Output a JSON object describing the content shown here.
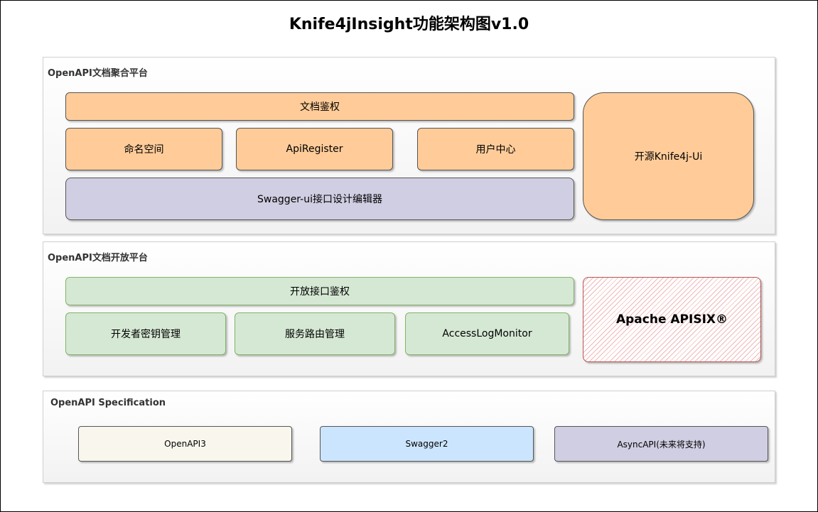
{
  "title": "Knife4jInsight功能架构图v1.0",
  "sections": {
    "aggregation": {
      "label": "OpenAPI文档聚合平台",
      "doc_auth": "文档鉴权",
      "namespace": "命名空间",
      "api_register": "ApiRegister",
      "user_center": "用户中心",
      "swagger_editor": "Swagger-ui接口设计编辑器",
      "knife4j_ui": "开源Knife4j-Ui"
    },
    "open_platform": {
      "label": "OpenAPI文档开放平台",
      "open_auth": "开放接口鉴权",
      "developer_keys": "开发者密钥管理",
      "service_routes": "服务路由管理",
      "access_log": "AccessLogMonitor",
      "apisix": "Apache APISIX®"
    },
    "specification": {
      "label": "OpenAPI Specification",
      "openapi3": "OpenAPI3",
      "swagger2": "Swagger2",
      "asyncapi": "AsyncAPI(未来将支持)"
    }
  },
  "colors": {
    "orange": "#ffcc99",
    "purple": "#d0cee2",
    "green": "#d5e8d4",
    "cream": "#f9f7ed",
    "blue": "#cce5ff",
    "apisix_stroke": "#b85450"
  }
}
